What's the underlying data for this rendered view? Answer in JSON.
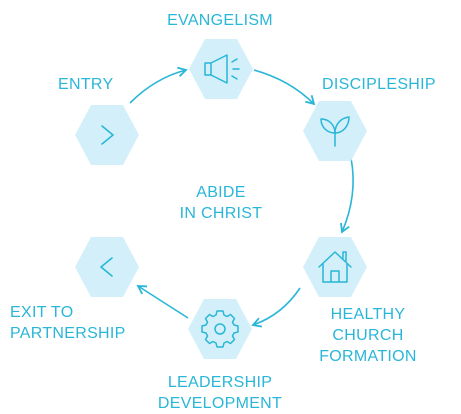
{
  "colors": {
    "accent": "#29B6D8",
    "hex_fill": "#D3F0FA",
    "icon": "#29B6D8"
  },
  "center": {
    "line1": "ABIDE",
    "line2": "IN CHRIST"
  },
  "stages": [
    {
      "id": "evangelism",
      "label_lines": [
        "EVANGELISM"
      ],
      "icon": "megaphone-icon"
    },
    {
      "id": "discipleship",
      "label_lines": [
        "DISCIPLESHIP"
      ],
      "icon": "sprout-icon"
    },
    {
      "id": "healthy-church",
      "label_lines": [
        "HEALTHY",
        "CHURCH",
        "FORMATION"
      ],
      "icon": "house-icon"
    },
    {
      "id": "leadership",
      "label_lines": [
        "LEADERSHIP",
        "DEVELOPMENT"
      ],
      "icon": "gear-icon"
    },
    {
      "id": "exit",
      "label_lines": [
        "EXIT TO",
        "PARTNERSHIP"
      ],
      "icon": "chevron-left-icon"
    },
    {
      "id": "entry",
      "label_lines": [
        "ENTRY"
      ],
      "icon": "chevron-right-icon"
    }
  ]
}
